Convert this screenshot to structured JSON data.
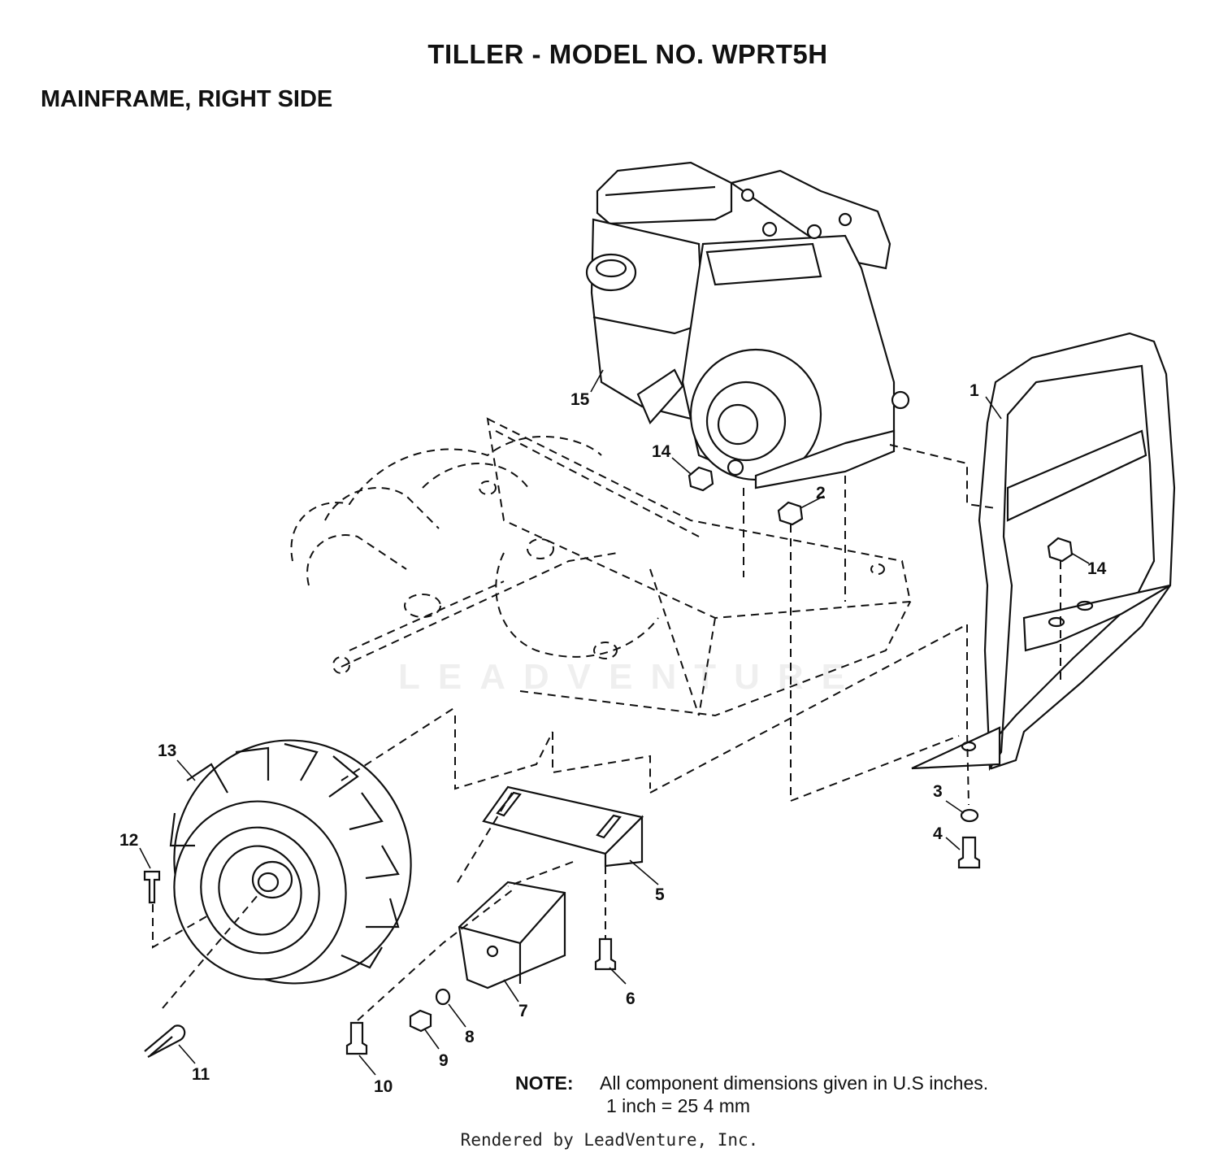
{
  "title": "TILLER - MODEL NO. WPRT5H",
  "subtitle": "MAINFRAME, RIGHT SIDE",
  "watermark": "LEADVENTURE",
  "callouts": [
    "1",
    "2",
    "3",
    "4",
    "5",
    "6",
    "7",
    "8",
    "9",
    "10",
    "11",
    "12",
    "13",
    "14",
    "14",
    "15"
  ],
  "note": {
    "label": "NOTE:",
    "line1": "All component dimensions given in U.S inches.",
    "line2": "1 inch = 25 4 mm"
  },
  "footer": "Rendered by LeadVenture, Inc."
}
